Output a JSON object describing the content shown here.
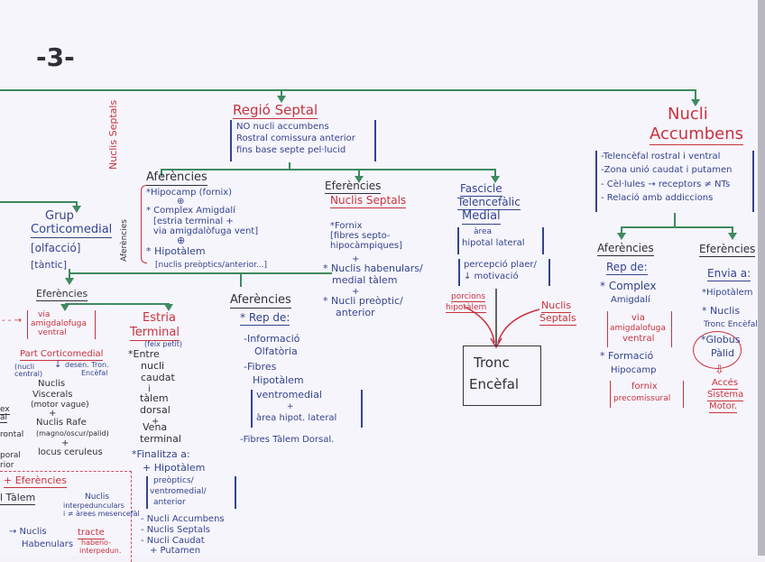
{
  "page_number": "-3-",
  "regio_septal": {
    "title": "Regió Septal",
    "notes": [
      "NO nucli accumbens",
      "Rostral comissura anterior",
      "fins base septe pel·lucid"
    ],
    "side_label": "Nuclis Septals",
    "side_label_small": "Aferències",
    "aferencies": {
      "title": "Aferències",
      "items": [
        "*Hipocamp (fornix)",
        "⊕",
        "* Complex Amigdalí",
        "[estria terminal +",
        "via amigdalòfuga vent]",
        "⊕",
        "* Hipotàlem",
        "[nuclis preòptics/anterior...]"
      ]
    },
    "eferencies": {
      "title": "Eferències",
      "subtitle": "Nuclis Septals",
      "items": [
        "*Fornix",
        "[fibres septo-",
        "hipocàmpiques]",
        "+",
        "* Nuclis habenulars/",
        "medial tàlem",
        "+",
        "* Nucli preòptic/",
        "anterior"
      ]
    },
    "fascicle": {
      "title_lines": [
        "Fascicle",
        "Telencefàlic",
        "Medial"
      ],
      "bracket1": [
        "àrea",
        "hipotal lateral"
      ],
      "bracket2": [
        "percepció plaer/",
        "↓ motivació"
      ],
      "left_label": [
        "porcions",
        "hipotàlem"
      ],
      "right_label": [
        "Nuclis",
        "Septals"
      ],
      "target_box": [
        "Tronc",
        "Encèfal"
      ]
    }
  },
  "nucli_accumbens": {
    "title_lines": [
      "Nucli",
      "Accumbens"
    ],
    "notes": [
      "-Telencèfal rostral i ventral",
      "-Zona unió caudat i putamen",
      "- Cèl·lules → receptors ≠ NTs",
      "- Relació amb addiccions"
    ],
    "aferencies": {
      "title": "Aferències",
      "subtitle": "Rep de:",
      "items": [
        "* Complex",
        "Amigdalí"
      ],
      "bracket1": [
        "via",
        "amigdalofuga",
        "ventral"
      ],
      "items2": [
        "* Formació",
        "Hipocamp"
      ],
      "bracket2": [
        "fornix",
        "precomissural"
      ]
    },
    "eferencies": {
      "title": "Eferències",
      "subtitle": "Envia a:",
      "items": [
        "*Hipotàlem",
        "* Nuclis",
        "Tronc Encèfal"
      ],
      "circled": [
        "*Globus",
        "Pàlid"
      ],
      "result": [
        "Accés",
        "Sistema",
        "Motor."
      ]
    }
  },
  "grup_corticomedial": {
    "title_lines": [
      "Grup",
      "Corticomedial"
    ],
    "notes": [
      "[olfacció]",
      "[tàntic]"
    ],
    "eferencies": {
      "title": "Eferències",
      "bracket": [
        "via",
        "amigdalofuga",
        "ventral"
      ],
      "part": {
        "title": "Part Corticomedial",
        "left_note": [
          "(nucli",
          "central)"
        ],
        "arrow_note": [
          "desen. Tron.",
          "Encèfal"
        ],
        "items": [
          "Nuclis",
          "Viscerals",
          "(motor vague)",
          "+",
          "Nuclis Rafe",
          "(magno/oscur/palid)",
          "+",
          "locus ceruleus"
        ]
      }
    },
    "estria": {
      "title_lines": [
        "Estria",
        "Terminal"
      ],
      "note": "(feix petit)",
      "items": [
        "*Entre",
        "nucli",
        "caudat",
        "i",
        "tàlem",
        "dorsal",
        "+",
        "Vena",
        "terminal"
      ],
      "finalitza": {
        "title": "*Finalitza a:",
        "items": [
          "+ Hipotàlem"
        ],
        "bracket": [
          "preòptics/",
          "ventromedial/",
          "anterior"
        ],
        "items2": [
          "- Nucli Accumbens",
          "- Nuclis Septals",
          "- Nucli Caudat",
          "+ Putamen"
        ]
      }
    },
    "aferencies": {
      "title": "Aferències",
      "subtitle": "* Rep de:",
      "items": [
        "-Informació",
        "Olfatòria",
        "-Fibres",
        "Hipotàlem"
      ],
      "bracket": [
        "ventromedial",
        "+",
        "àrea hipot. lateral"
      ],
      "items2": [
        "-Fibres Tàlem Dorsal."
      ]
    }
  },
  "left_edge_fragments": [
    "ex",
    "al",
    "rontal",
    "poral",
    "rior"
  ],
  "bottom_left": {
    "title": "+ Eferències",
    "talem": "l Tàlem",
    "nuclis_interped": [
      "Nuclis",
      "interpedunculars",
      "i ≠ àrees mesencefàl"
    ],
    "nuclis_habenulars": [
      "→ Nuclis",
      "Habenulars"
    ],
    "tracte": [
      "tracte",
      "habeno-",
      "interpedun."
    ]
  },
  "colors": {
    "blue_ink": "#34448e",
    "red_ink": "#c8323e",
    "green_ink": "#3f8a5f",
    "paper": "#f6f5fb"
  }
}
